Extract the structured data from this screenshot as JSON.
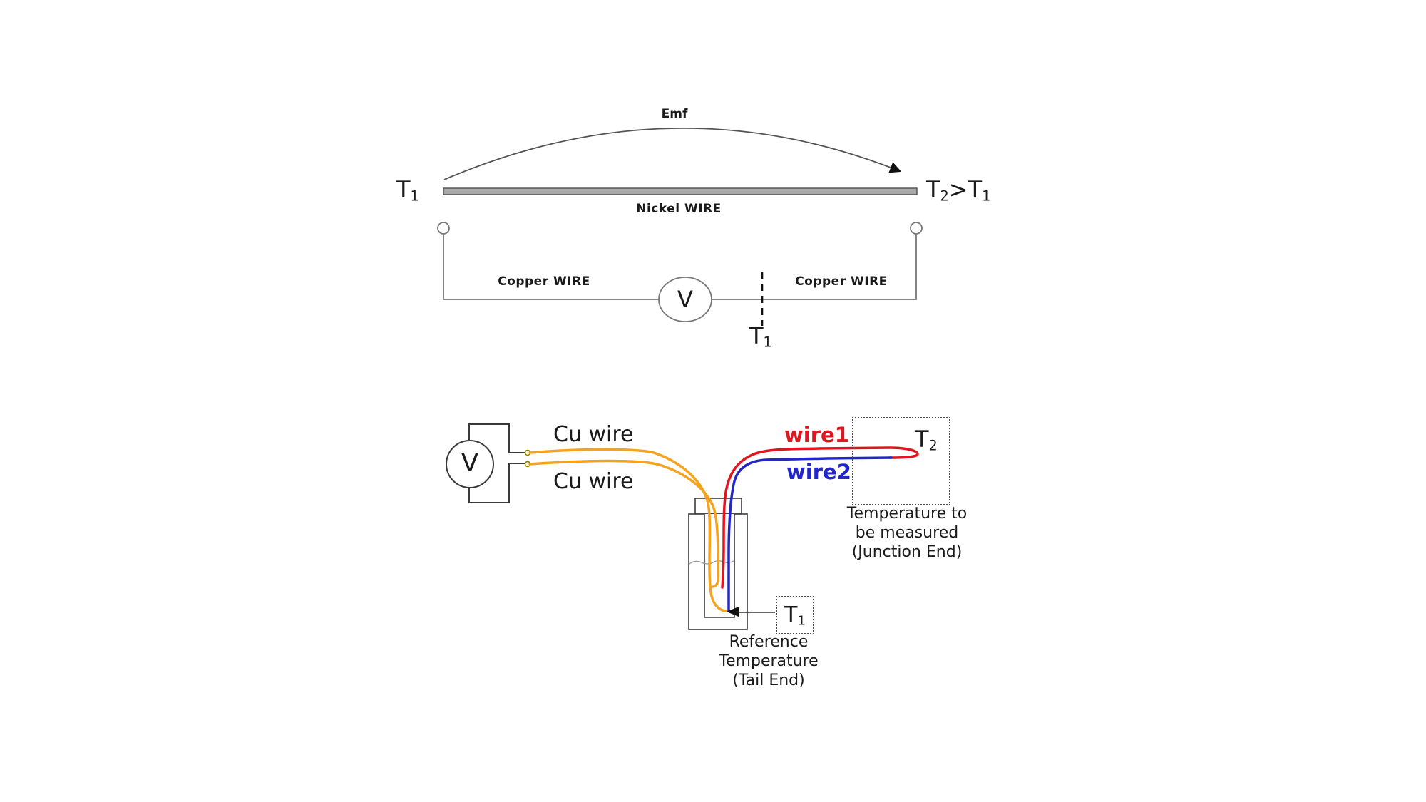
{
  "figure": {
    "top": {
      "emf_label": "Emf",
      "nickel_label": "Nickel WIRE",
      "copper_left_label": "Copper WIRE",
      "copper_right_label": "Copper WIRE",
      "voltmeter_label": "V",
      "t1_left": {
        "base": "T",
        "sub": "1"
      },
      "t2_right": {
        "t2base": "T",
        "t2sub": "2",
        "gt": ">",
        "t1base": "T",
        "t1sub": "1"
      },
      "t1_reference": {
        "base": "T",
        "sub": "1"
      }
    },
    "bottom": {
      "voltmeter_label": "V",
      "cu_wire_top": "Cu wire",
      "cu_wire_bottom": "Cu wire",
      "wire1_label": "wire1",
      "wire2_label": "wire2",
      "t2": {
        "base": "T",
        "sub": "2"
      },
      "t1": {
        "base": "T",
        "sub": "1"
      },
      "junction_caption": [
        "Temperature to",
        "be measured",
        "(Junction End)"
      ],
      "tail_caption": [
        "Reference",
        "Temperature",
        "(Tail End)"
      ]
    },
    "colors": {
      "copper_wire": "#F6A21D",
      "wire1_red": "#E0151F",
      "wire2_blue": "#2326C9",
      "circuit_gray": "#777777",
      "dark_line": "#3a3a3a",
      "bar_fill": "#A8A8A8",
      "bar_edge": "#4f4f4f",
      "arc_line": "#555555"
    }
  }
}
